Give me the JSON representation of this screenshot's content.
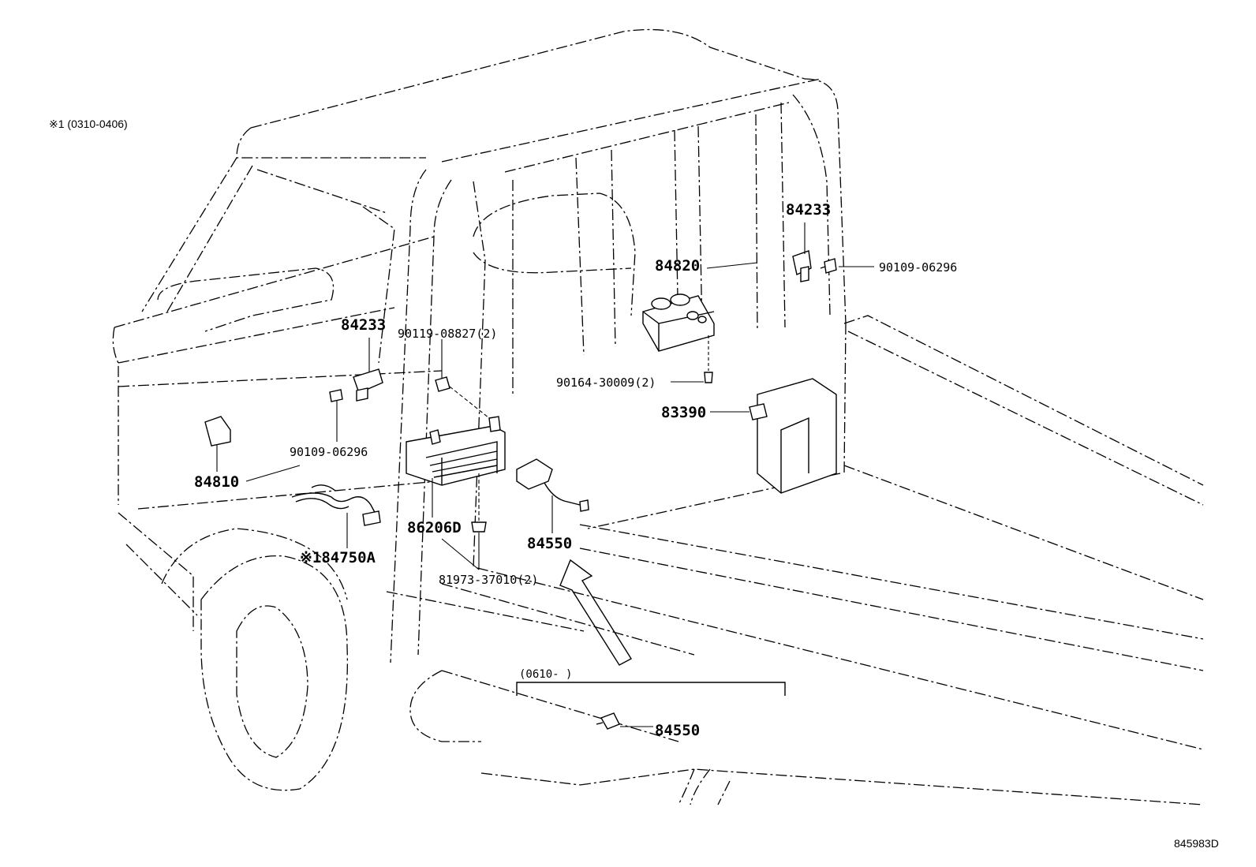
{
  "note": "※1 (0310-0406)",
  "reference_code": "845983D",
  "callouts": {
    "relay_84233_upper_right": "84233",
    "bolt_90109_right": "90109-06296",
    "switch_84820": "84820",
    "screw_90164": "90164-30009(2)",
    "sensor_83390": "83390",
    "relay_84233_left": "84233",
    "bolt_90119": "90119-08827(2)",
    "bolt_90109_left": "90109-06296",
    "switch_84810": "84810",
    "harness_84750a": "※184750A",
    "ecu_86206d": "86206D",
    "clip_81973": "81973-37010(2)",
    "sensor_84550_upper": "84550",
    "sensor_84550_inset": "84550",
    "inset_range": "(0610-      )"
  }
}
